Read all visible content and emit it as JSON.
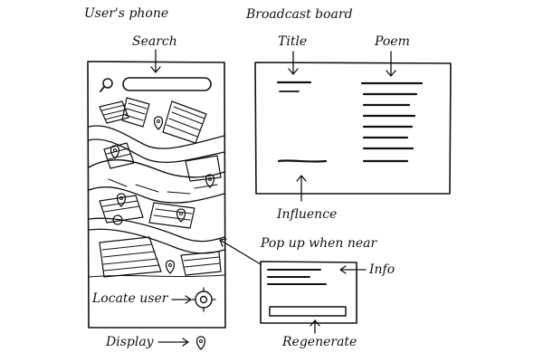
{
  "labels": {
    "users_phone": "User's phone",
    "search": "Search",
    "broadcast_board": "Broadcast board",
    "title": "Title",
    "poem": "Poem",
    "influence": "Influence",
    "pop_up_when_near": "Pop up when near",
    "info": "Info",
    "locate_user": "Locate user",
    "display": "Display",
    "regenerate": "Regenerate"
  },
  "icons": {
    "search": "magnifier-icon",
    "map_pin": "map-pin-icon",
    "locate": "crosshair-target-icon"
  },
  "colors": {
    "ink": "#111111",
    "paper": "#ffffff"
  }
}
